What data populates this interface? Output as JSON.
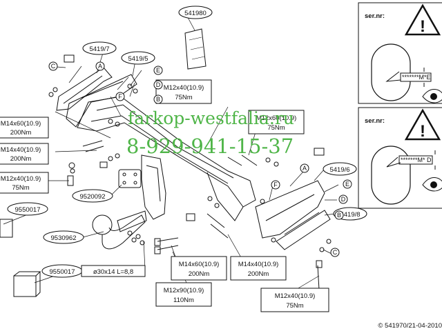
{
  "torque_boxes": [
    {
      "bolt": "M14x60(10.9)",
      "torque": "200Nm"
    },
    {
      "bolt": "M14x40(10.9)",
      "torque": "200Nm"
    },
    {
      "bolt": "M12x40(10.9)",
      "torque": "75Nm"
    },
    {
      "bolt": "M12x40(10.9)",
      "torque": "75Nm"
    },
    {
      "bolt": "M12x60(10.9)",
      "torque": "75Nm"
    },
    {
      "bolt": "M14x60(10.9)",
      "torque": "200Nm"
    },
    {
      "bolt": "M14x40(10.9)",
      "torque": "200Nm"
    },
    {
      "bolt": "M12x90(10.9)",
      "torque": "110Nm"
    },
    {
      "bolt": "M12x40(10.9)",
      "torque": "75Nm"
    }
  ],
  "part_numbers": [
    "541980",
    "5419/7",
    "5419/5",
    "5419/6",
    "5419/8",
    "9520092",
    "9530962",
    "9550017",
    "9550017"
  ],
  "letters": [
    "C",
    "A",
    "E",
    "D",
    "B",
    "F",
    "F",
    "A",
    "E",
    "D",
    "B",
    "C"
  ],
  "pin_label": "ø30x14 L=8,8",
  "serial_panels": [
    {
      "title": "ser.nr:",
      "code": "*******M*E"
    },
    {
      "title": "ser.nr:",
      "code": "*******M* D"
    }
  ],
  "watermark": {
    "site": "farkop-westfalia.ru",
    "phone": "8-929-941-15-37"
  },
  "footer": "© 541970/21-04-2010",
  "colors": {
    "ink": "#111111",
    "watermark": "#4fb548",
    "page": "#ffffff"
  }
}
